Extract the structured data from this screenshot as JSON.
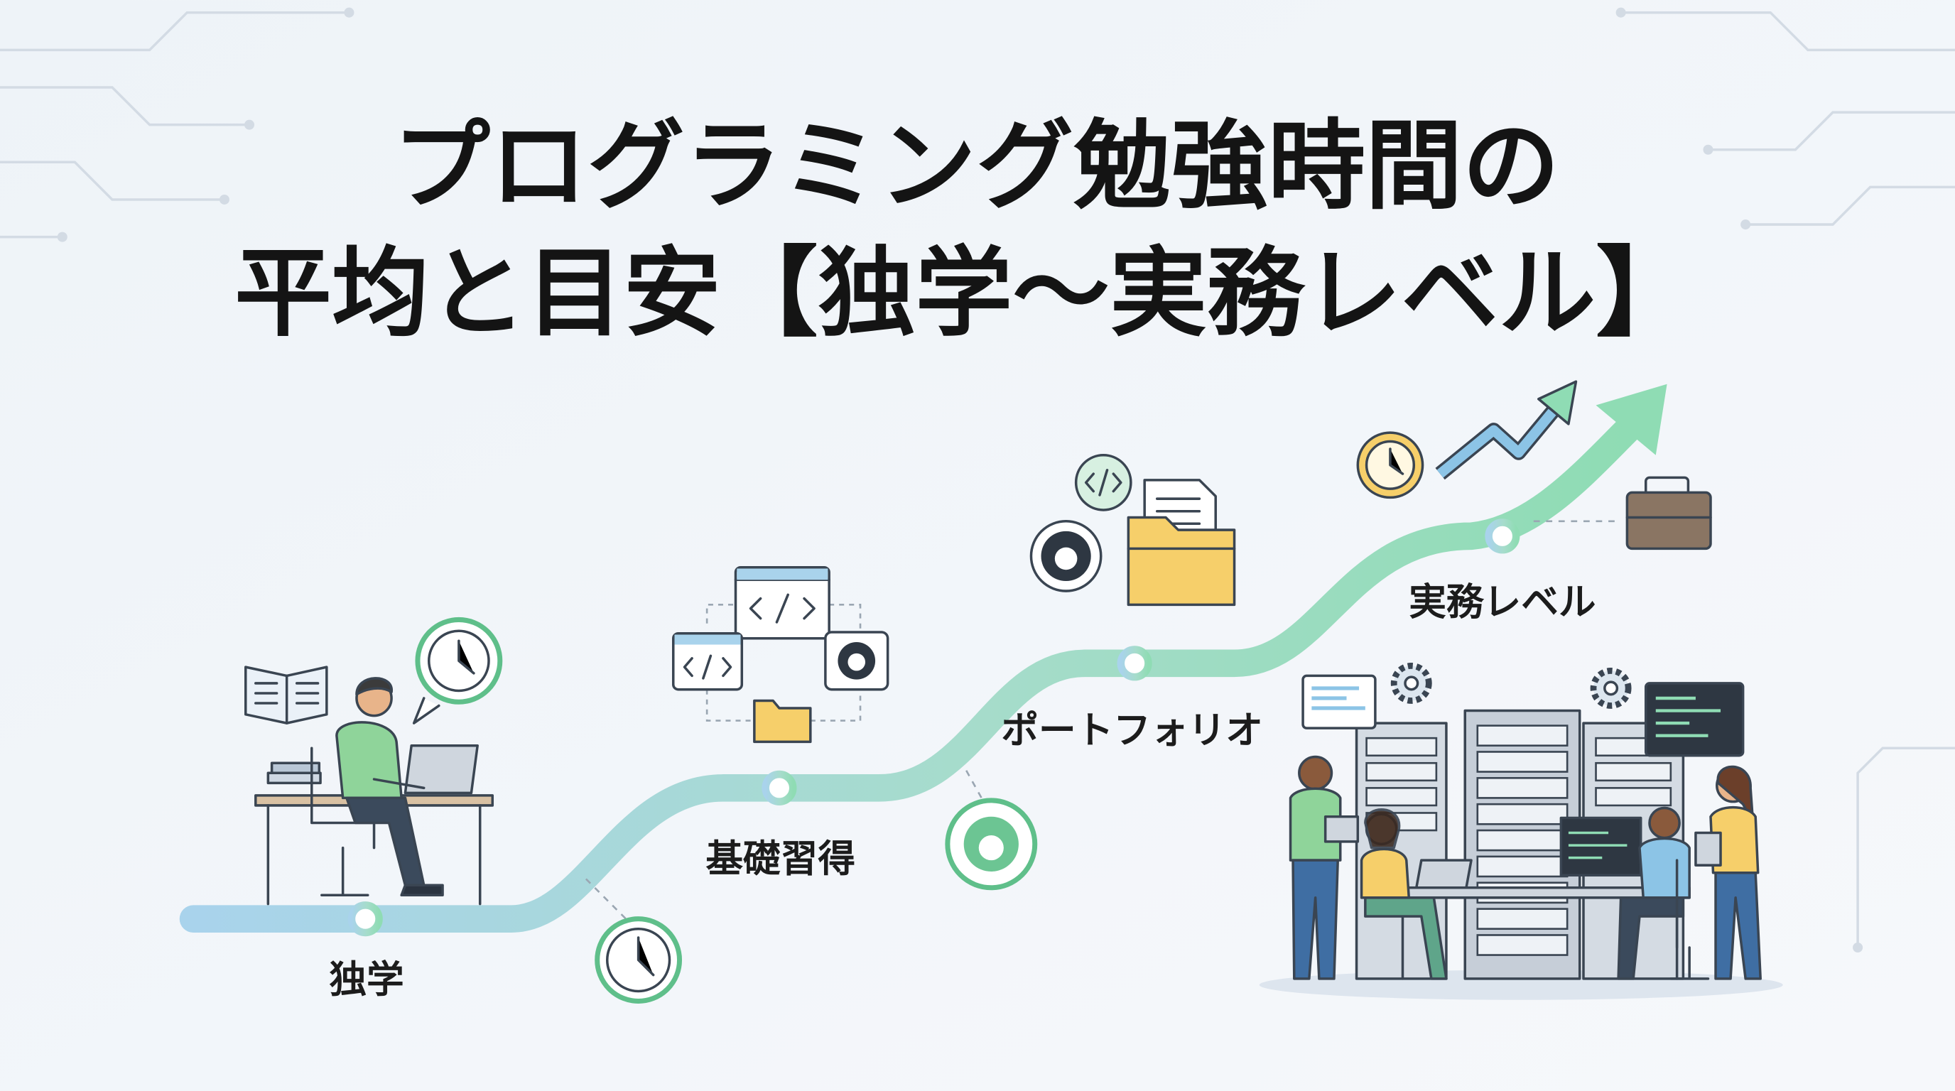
{
  "title": {
    "line1": "プログラミング勉強時間の",
    "line2": "平均と目安【独学〜実務レベル】"
  },
  "milestones": [
    {
      "label": "独学"
    },
    {
      "label": "基礎習得"
    },
    {
      "label": "ポートフォリオ"
    },
    {
      "label": "実務レベル"
    }
  ],
  "colors": {
    "path_start": "#a9d3ec",
    "path_end": "#8fdcb4",
    "accent_green": "#5fbf8a",
    "folder_yellow": "#f6cf6a",
    "text": "#141414"
  },
  "icons": [
    "book-icon",
    "clock-icon",
    "code-window-icon",
    "github-icon",
    "folder-icon",
    "document-icon",
    "trend-arrow-icon",
    "briefcase-icon",
    "gear-icon",
    "server-rack-icon"
  ]
}
